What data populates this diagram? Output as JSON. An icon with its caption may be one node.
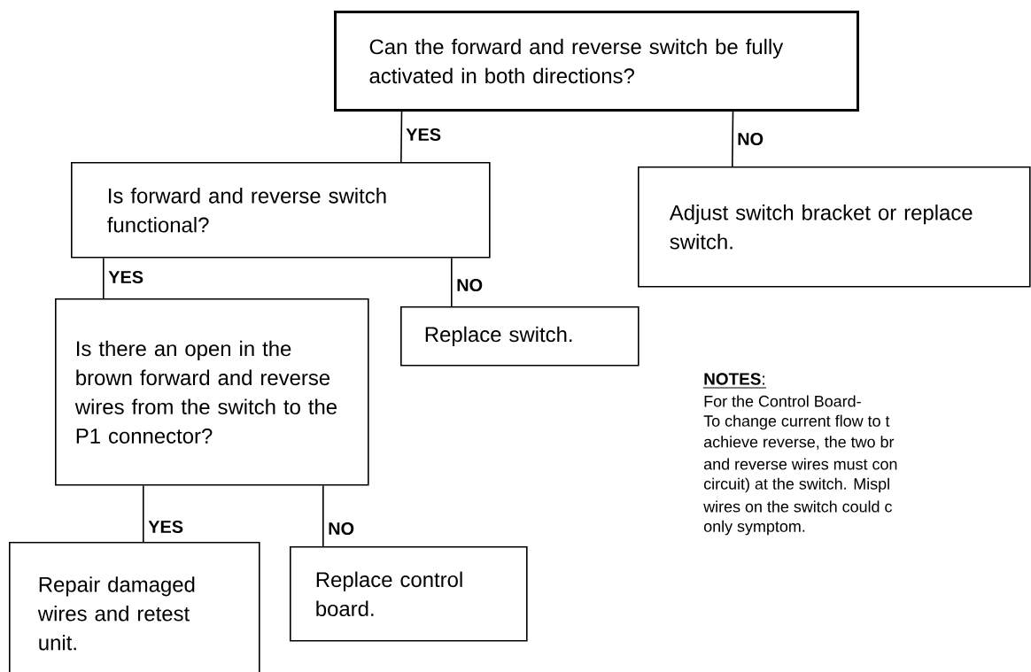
{
  "diagram": {
    "nodes": [
      {
        "text": [
          "Can the forward and reverse switch be fully activated in both directions?"
        ]
      },
      {
        "text": [
          "Is forward and reverse switch functional?"
        ]
      },
      {
        "text": [
          "Adjust switch bracket or replace switch."
        ]
      },
      {
        "text": [
          "Is there an open in the brown forward and reverse wires from the switch to the P1 connector?"
        ]
      },
      {
        "text": [
          "Replace switch."
        ]
      },
      {
        "text": [
          "Repair damaged wires and retest unit."
        ]
      },
      {
        "text": [
          "Replace control board."
        ]
      }
    ],
    "edges": [
      {
        "from": 0,
        "to": 1,
        "arrow": "none",
        "label": "YES"
      },
      {
        "from": 0,
        "to": 2,
        "arrow": "none",
        "label": "NO"
      },
      {
        "from": 1,
        "to": 3,
        "arrow": "none",
        "label": "YES"
      },
      {
        "from": 1,
        "to": 4,
        "arrow": "none",
        "label": "NO"
      },
      {
        "from": 3,
        "to": 5,
        "arrow": "none",
        "label": "YES"
      },
      {
        "from": 3,
        "to": 6,
        "arrow": "none",
        "label": "NO"
      }
    ],
    "labels": [
      "**NOTES**:",
      "For the Control Board-",
      "To change current flow to t",
      "achieve reverse, the two br",
      "and reverse wires must con",
      "circuit) at the switch. Mispl",
      "wires on the switch could c",
      "only symptom."
    ]
  }
}
